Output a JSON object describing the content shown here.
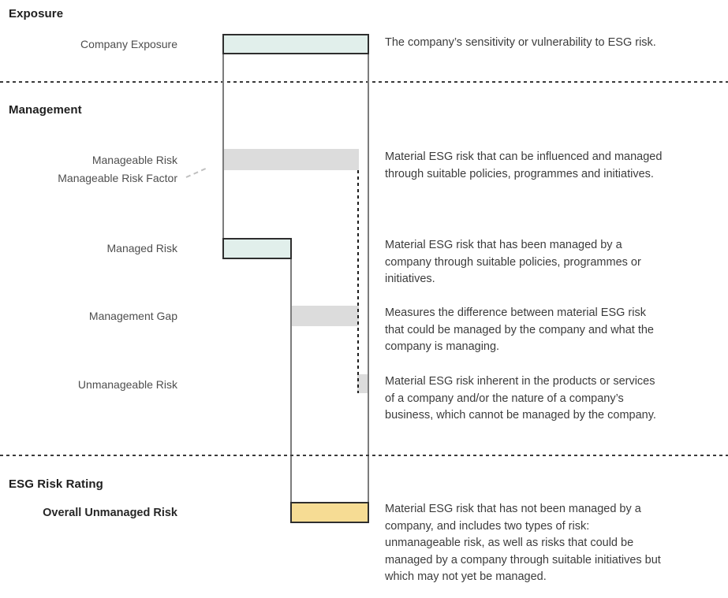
{
  "sections": {
    "exposure": "Exposure",
    "management": "Management",
    "esg_risk_rating": "ESG Risk Rating"
  },
  "colors": {
    "teal": "#e1efeb",
    "gray": "#dcdcdc",
    "yellow": "#f6dc94",
    "bar_border": "#2e2e2e",
    "line": "#7c7c7c"
  },
  "rows": {
    "company_exposure": {
      "label": "Company Exposure",
      "description": "The company’s sensitivity or vulnerability to ESG risk.",
      "span_pct": {
        "start": 0,
        "end": 100
      }
    },
    "manageable_risk": {
      "label": "Manageable Risk",
      "sub_label": "Manageable Risk Factor",
      "description": "Material ESG risk that can be influenced and managed\nthrough suitable policies, programmes and initiatives.",
      "span_pct": {
        "start": 0,
        "end": 93
      }
    },
    "managed_risk": {
      "label": "Managed Risk",
      "description": "Material ESG risk that has been managed by a\ncompany through suitable policies, programmes or\ninitiatives.",
      "span_pct": {
        "start": 0,
        "end": 47
      }
    },
    "management_gap": {
      "label": "Management Gap",
      "description": "Measures the difference between material ESG risk\nthat could be managed by the company and what the\ncompany is managing.",
      "span_pct": {
        "start": 47,
        "end": 93
      }
    },
    "unmanageable_risk": {
      "label": "Unmanageable Risk",
      "description": "Material ESG risk inherent in the products or services\nof a company and/or the nature of a company’s\nbusiness, which cannot be managed by the company.",
      "span_pct": {
        "start": 93,
        "end": 100
      }
    },
    "overall_unmanaged_risk": {
      "label": "Overall Unmanaged Risk",
      "description": "Material ESG risk that has not been managed by a\ncompany, and includes two types of risk:\nunmanageable risk, as well as risks that could be\nmanaged by a company through suitable initiatives but\nwhich may not yet be managed.",
      "span_pct": {
        "start": 46,
        "end": 100
      }
    }
  }
}
